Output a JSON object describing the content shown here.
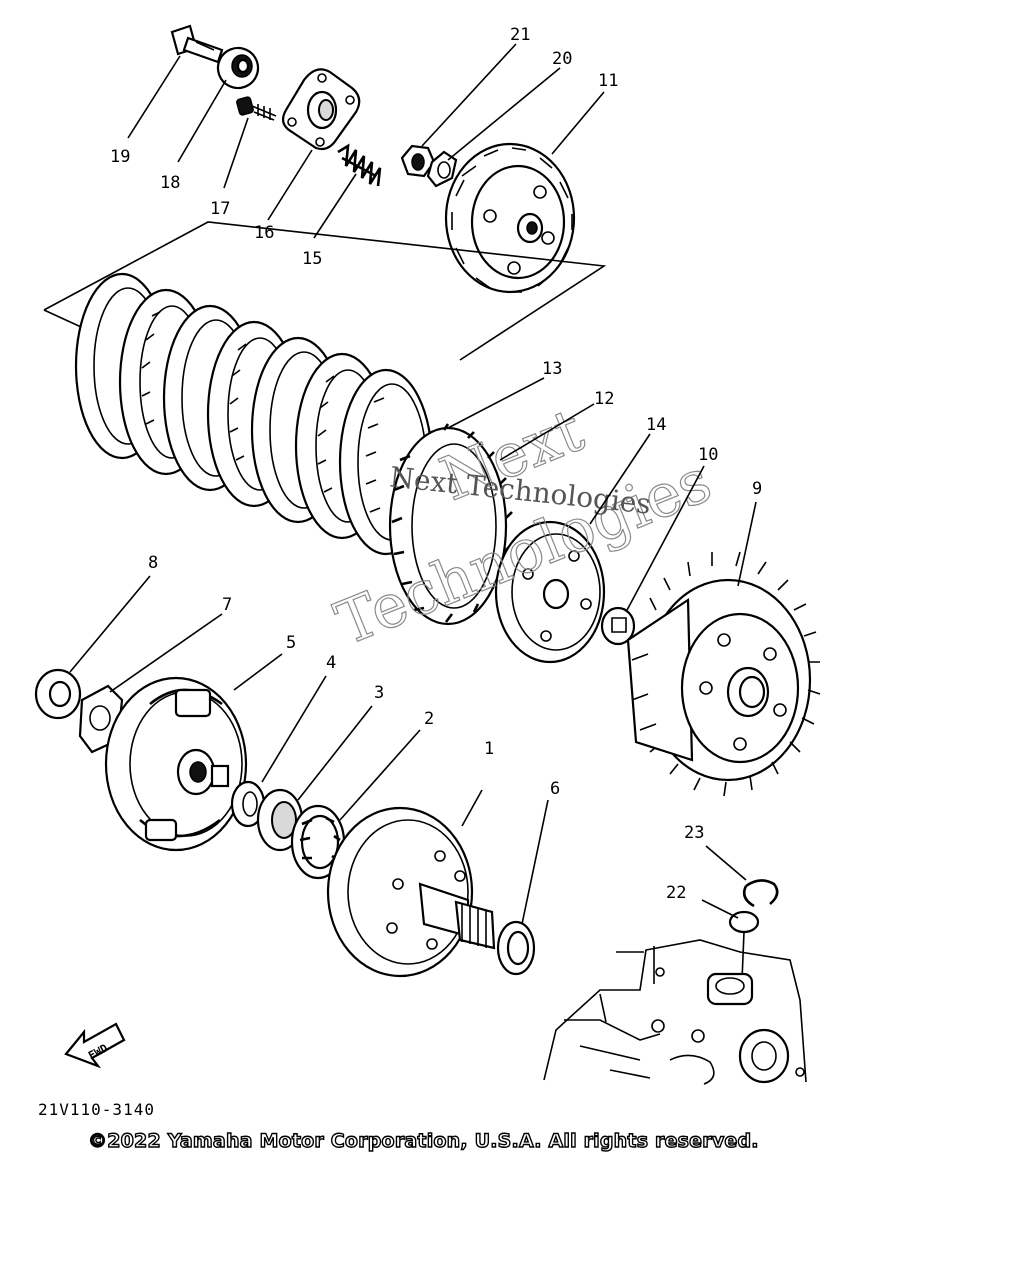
{
  "diagram": {
    "code": "21V110-3140",
    "copyright": "©2022 Yamaha Motor Corporation, U.S.A. All rights reserved.",
    "watermark_lines": [
      "Next",
      "Technologies",
      "Next Technologies"
    ],
    "fwd_label": "FWD",
    "callouts": [
      "1",
      "2",
      "3",
      "4",
      "5",
      "6",
      "7",
      "8",
      "9",
      "10",
      "11",
      "12",
      "13",
      "14",
      "15",
      "16",
      "17",
      "18",
      "19",
      "20",
      "21",
      "22",
      "23"
    ]
  }
}
